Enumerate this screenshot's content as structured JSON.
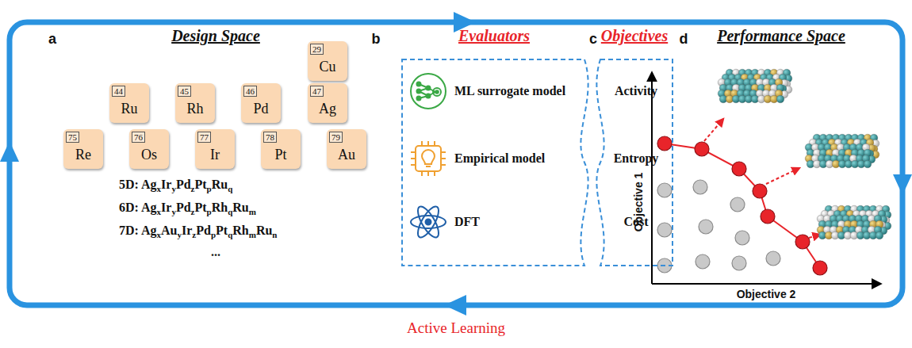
{
  "diagram": {
    "nodes": [
      {
        "text": [
          "29",
          "Cu"
        ]
      },
      {
        "text": [
          "44",
          "Ru"
        ]
      },
      {
        "text": [
          "45",
          "Rh"
        ]
      },
      {
        "text": [
          "46",
          "Pd"
        ]
      },
      {
        "text": [
          "47",
          "Ag"
        ]
      },
      {
        "text": [
          "75",
          "Re"
        ]
      },
      {
        "text": [
          "76",
          "Os"
        ]
      },
      {
        "text": [
          "77",
          "Ir"
        ]
      },
      {
        "text": [
          "78",
          "Pt"
        ]
      },
      {
        "text": [
          "79",
          "Au"
        ]
      },
      {
        "text": [
          "Evaluators",
          "ML surrogate model",
          "Empirical model",
          "DFT"
        ]
      },
      {
        "text": [
          "Objectives",
          "Activity",
          "Entropy",
          "Cost"
        ]
      }
    ],
    "labels": [
      "a",
      "Design Space",
      "5D: AgxIryPdzPtpRuq",
      "6D: AgxIryPdzPtpRhqRum",
      "7D: AgxAuyIrzPdpPtqRhmRun",
      "...",
      "b",
      "c",
      "d",
      "Performance Space",
      "Objective 1",
      "Objective 2",
      "Active Learning"
    ]
  }
}
